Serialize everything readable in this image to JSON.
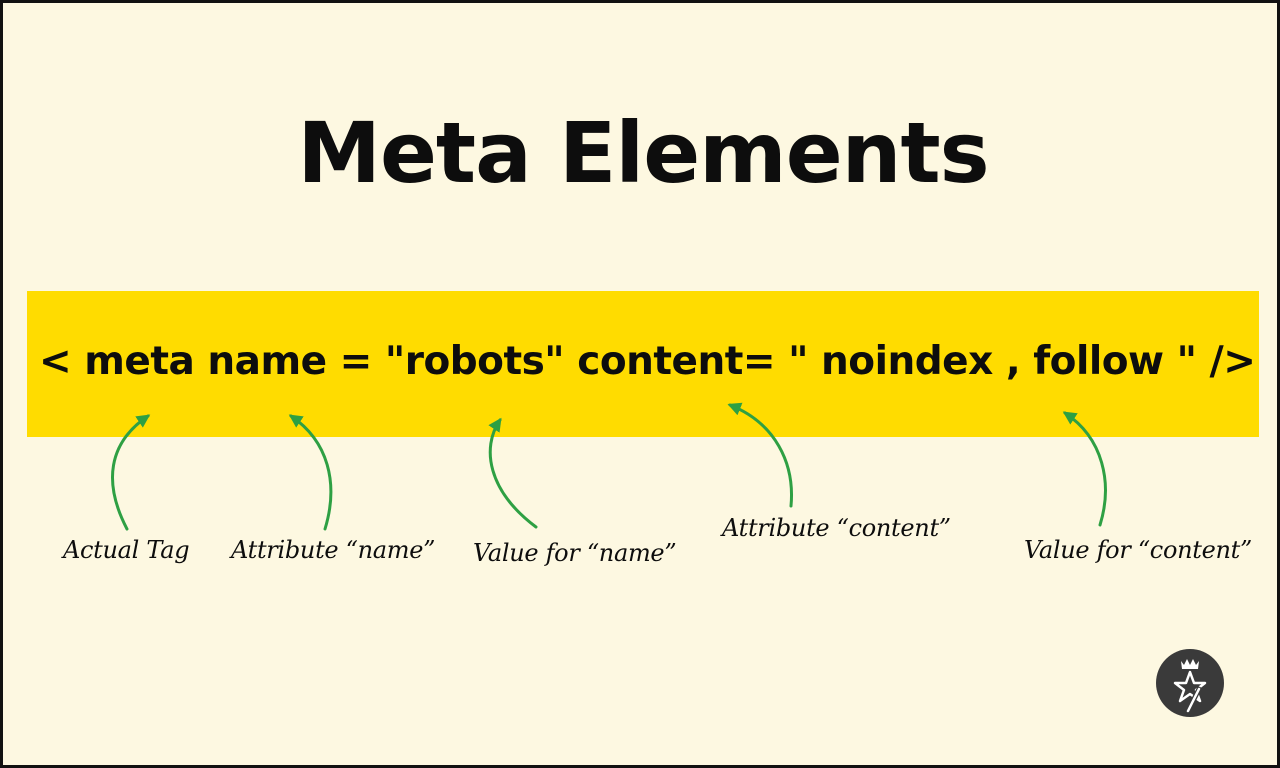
{
  "title": "Meta Elements",
  "code_snippet": "< meta name = \"robots\" content= \" noindex , follow \" />",
  "annotations": [
    {
      "id": "actual-tag",
      "text": "Actual Tag"
    },
    {
      "id": "attribute-name",
      "text": "Attribute “name”"
    },
    {
      "id": "value-name",
      "text": "Value for “name”"
    },
    {
      "id": "attribute-content",
      "text": "Attribute “content”"
    },
    {
      "id": "value-content",
      "text": "Value for “content”"
    }
  ],
  "colors": {
    "background": "#fdf8e1",
    "highlight_band": "#ffdc00",
    "arrow": "#2ea043",
    "text": "#0d0d0d",
    "logo_badge": "#3a3a3a"
  },
  "logo": {
    "icon": "crowned-star-logo-icon"
  }
}
